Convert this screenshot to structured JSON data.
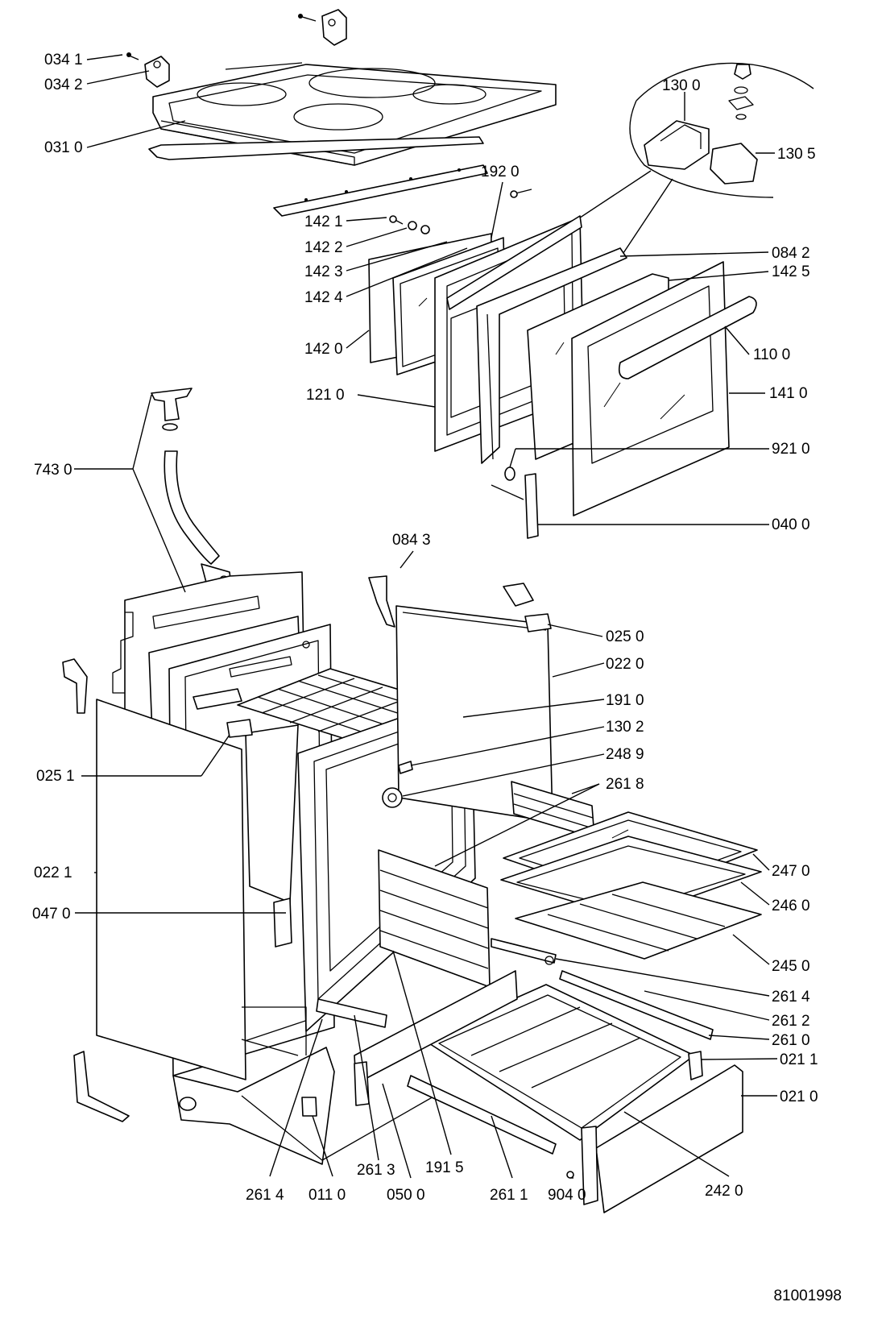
{
  "document_number": "81001998",
  "callouts": {
    "c0341": "034 1",
    "c0342": "034 2",
    "c0310": "031 0",
    "c1300": "130 0",
    "c1305": "130 5",
    "c1920": "192 0",
    "c1421": "142 1",
    "c1422": "142 2",
    "c1423": "142 3",
    "c1424": "142 4",
    "c1420": "142 0",
    "c0842": "084 2",
    "c1425": "142 5",
    "c1100": "110 0",
    "c1210": "121 0",
    "c1410": "141 0",
    "c7430": "743 0",
    "c9210": "921 0",
    "c0400": "040 0",
    "c0843": "084 3",
    "c0250": "025 0",
    "c0220": "022 0",
    "c1910": "191 0",
    "c1302": "130 2",
    "c2489": "248 9",
    "c0251": "025 1",
    "c2618": "261 8",
    "c0221": "022 1",
    "c2470": "247 0",
    "c0470": "047 0",
    "c2460": "246 0",
    "c2450": "245 0",
    "c2614a": "261 4",
    "c2612": "261 2",
    "c2610": "261 0",
    "c0211": "021 1",
    "c0210": "021 0",
    "c1915": "191 5",
    "c2613": "261 3",
    "c2614b": "261 4",
    "c0110": "011 0",
    "c0500": "050 0",
    "c2611": "261 1",
    "c9040": "904 0",
    "c2420": "242 0"
  }
}
